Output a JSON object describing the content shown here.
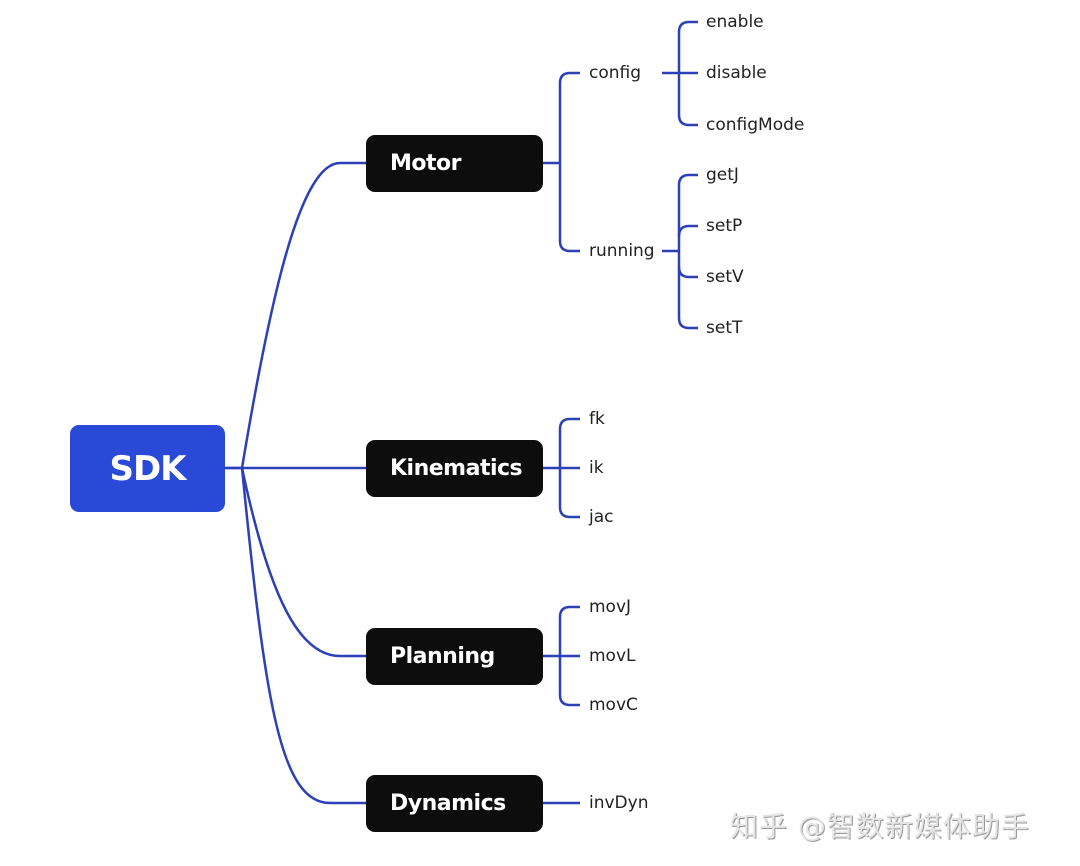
{
  "root": {
    "label": "SDK"
  },
  "branches": [
    {
      "label": "Motor",
      "children": [
        {
          "label": "config",
          "children": [
            "enable",
            "disable",
            "configMode"
          ]
        },
        {
          "label": "running",
          "children": [
            "getJ",
            "setP",
            "setV",
            "setT"
          ]
        }
      ]
    },
    {
      "label": "Kinematics",
      "children": [
        "fk",
        "ik",
        "jac"
      ]
    },
    {
      "label": "Planning",
      "children": [
        "movJ",
        "movL",
        "movC"
      ]
    },
    {
      "label": "Dynamics",
      "children": [
        "invDyn"
      ]
    }
  ],
  "colors": {
    "root": "#2a49d6",
    "branch": "#0d0d0d",
    "link": "#2c40b8"
  },
  "watermark": "知乎 @智数新媒体助手"
}
